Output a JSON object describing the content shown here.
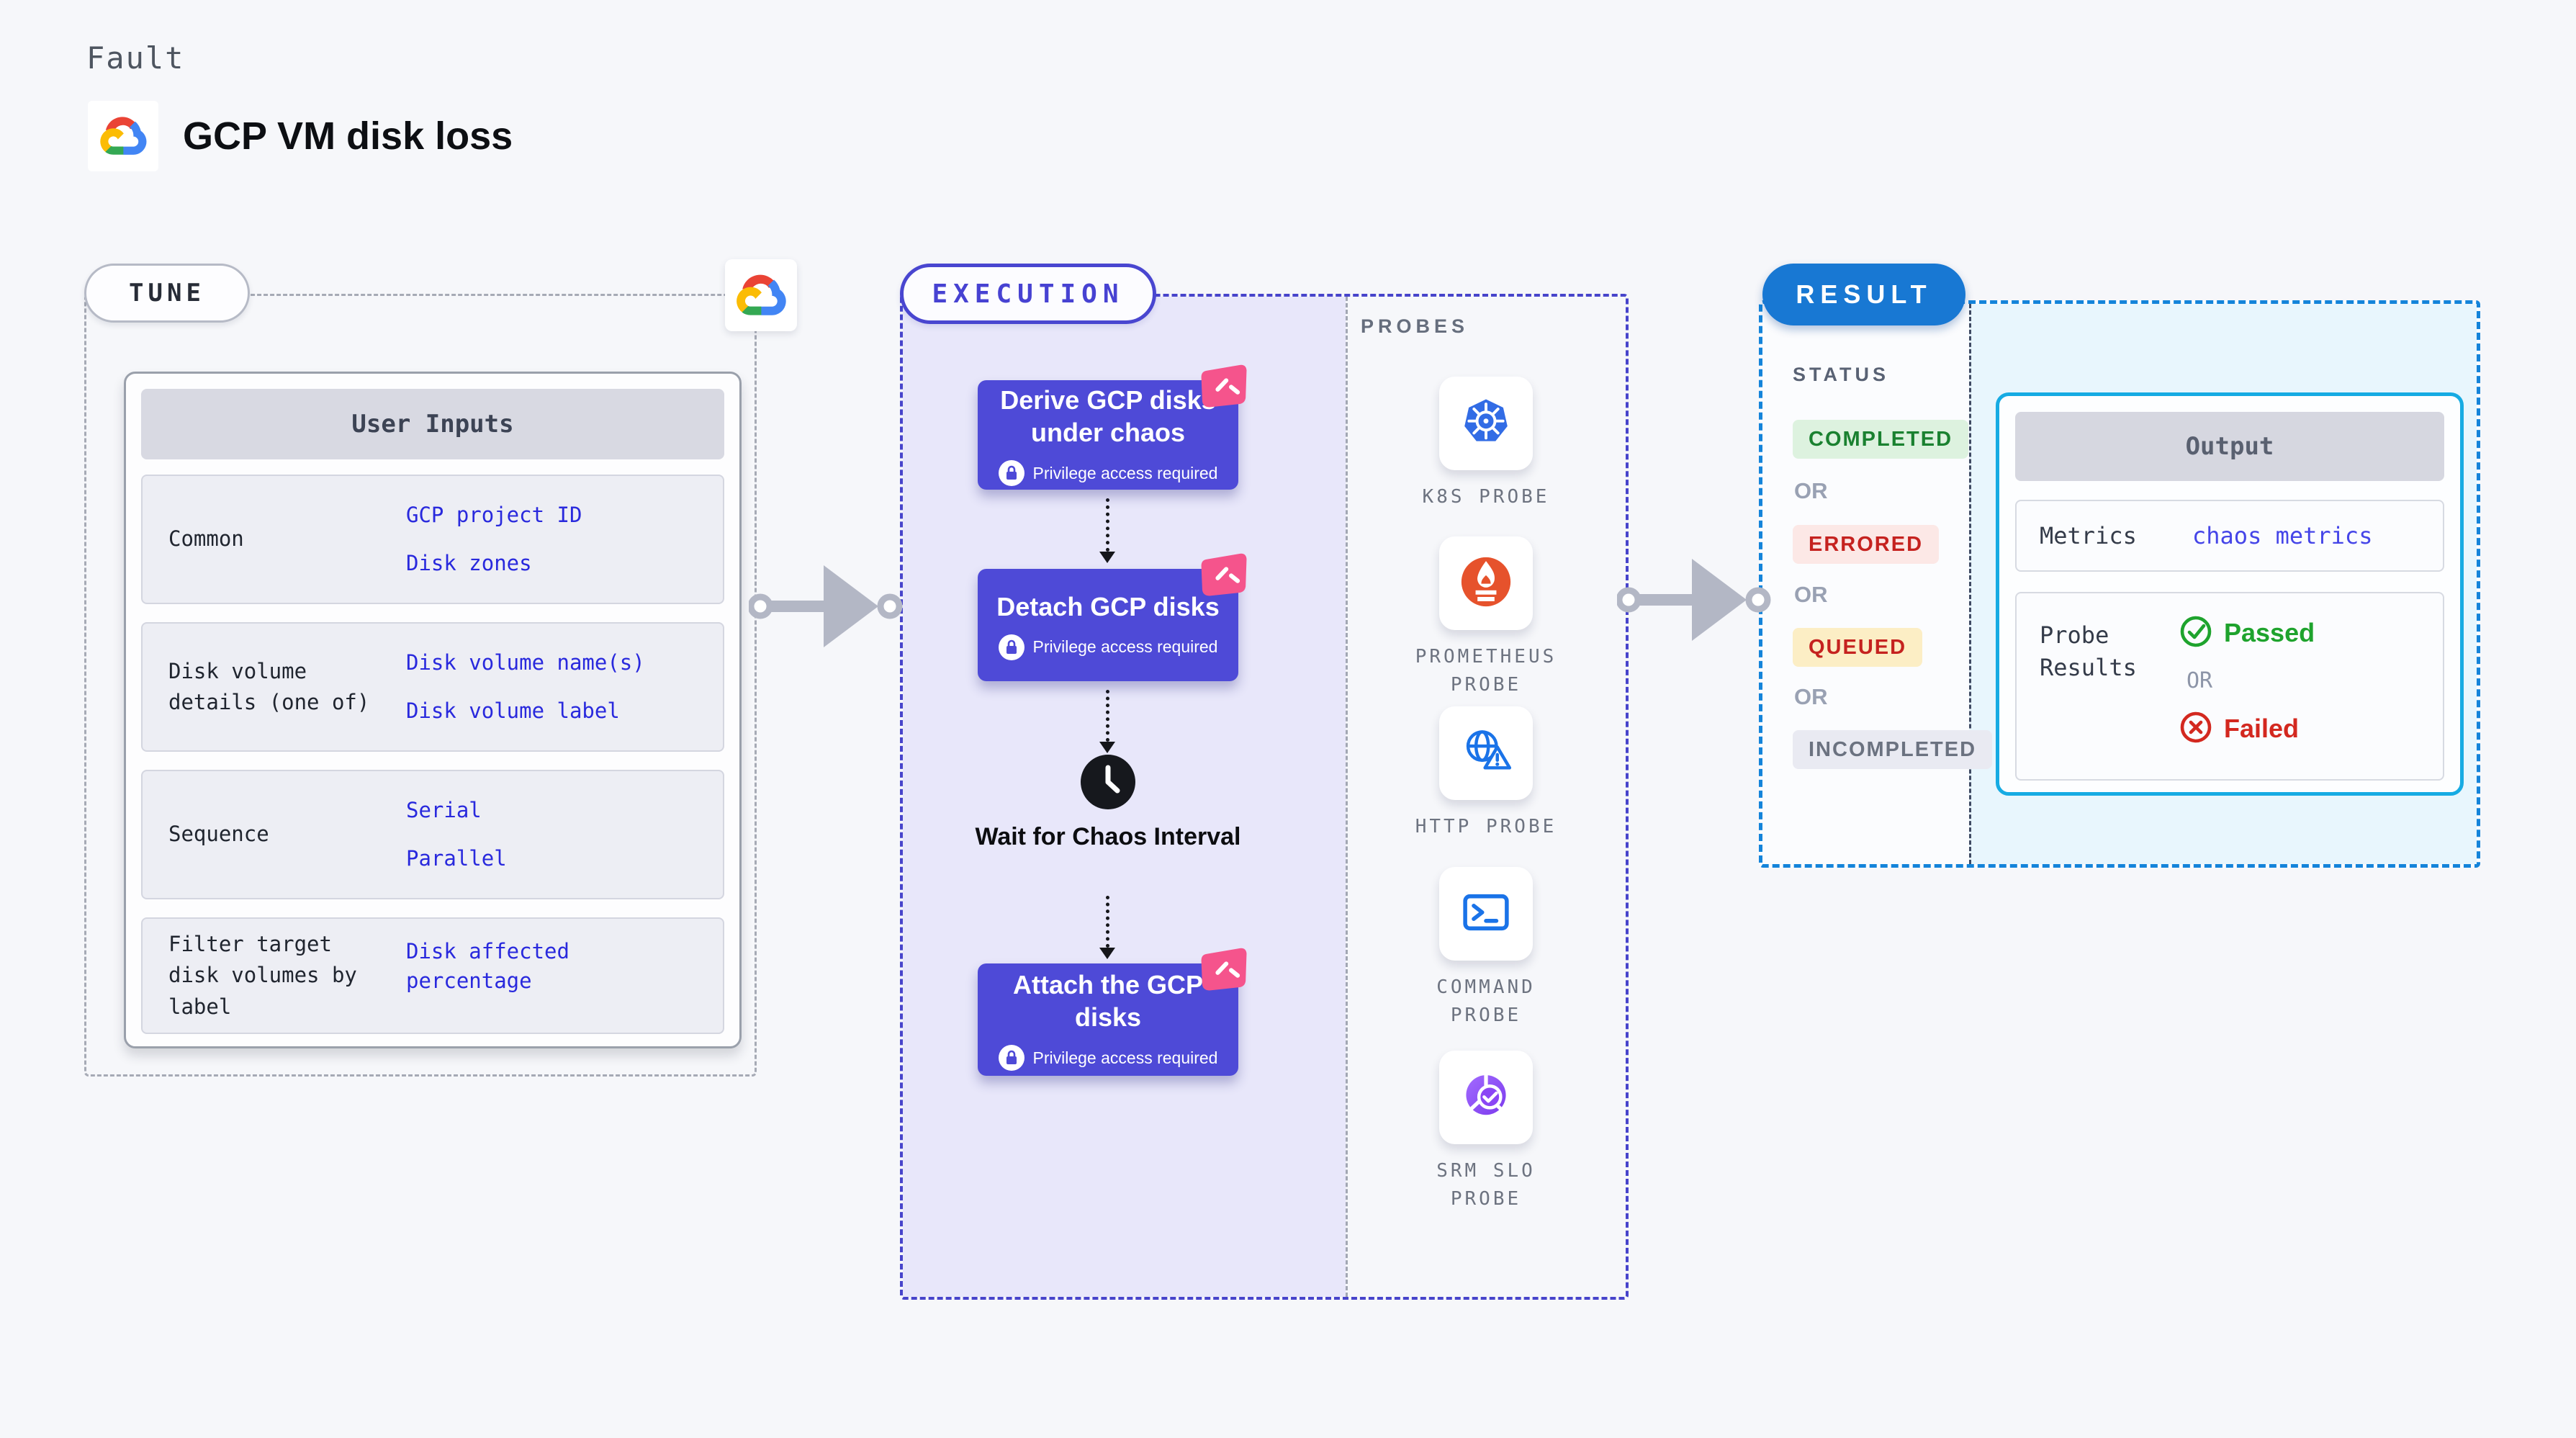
{
  "header": {
    "kind_label": "Fault",
    "title": "GCP VM disk loss",
    "logo_icon": "gcp-cloud-logo"
  },
  "tune": {
    "pill": "TUNE",
    "corner_icon": "gcp-cloud-logo",
    "user_inputs": {
      "header": "User Inputs",
      "rows": [
        {
          "label": "Common",
          "values": [
            "GCP project ID",
            "Disk zones"
          ]
        },
        {
          "label": "Disk volume details (one of)",
          "values": [
            "Disk volume name(s)",
            "Disk volume label"
          ]
        },
        {
          "label": "Sequence",
          "values": [
            "Serial",
            "Parallel"
          ]
        },
        {
          "label": "Filter target disk volumes by label",
          "values": [
            "Disk affected percentage"
          ]
        }
      ]
    }
  },
  "execution": {
    "pill": "EXECUTION",
    "privilege_label": "Privilege access required",
    "privilege_icon": "lock-icon",
    "steps": [
      {
        "title": "Derive GCP disks under chaos",
        "badge_icon": "chaos-experiment-icon"
      },
      {
        "title": "Detach GCP disks",
        "badge_icon": "chaos-experiment-icon"
      },
      {
        "title": "Attach the GCP disks",
        "badge_icon": "chaos-experiment-icon"
      }
    ],
    "wait_step": {
      "label": "Wait for Chaos Interval",
      "icon": "clock-icon"
    }
  },
  "probes": {
    "label": "PROBES",
    "items": [
      {
        "name": "K8S PROBE",
        "icon": "kubernetes-icon",
        "lines": [
          "K8S PROBE"
        ]
      },
      {
        "name": "PROMETHEUS PROBE",
        "icon": "prometheus-icon",
        "lines": [
          "PROMETHEUS",
          "PROBE"
        ]
      },
      {
        "name": "HTTP PROBE",
        "icon": "http-globe-icon",
        "lines": [
          "HTTP PROBE"
        ]
      },
      {
        "name": "COMMAND PROBE",
        "icon": "terminal-icon",
        "lines": [
          "COMMAND",
          "PROBE"
        ]
      },
      {
        "name": "SRM SLO PROBE",
        "icon": "srm-slo-icon",
        "lines": [
          "SRM SLO",
          "PROBE"
        ]
      }
    ]
  },
  "result": {
    "pill": "RESULT",
    "status_label": "STATUS",
    "or_label": "OR",
    "statuses": [
      {
        "label": "COMPLETED",
        "bg": "#ddf2df",
        "fg": "#1a8130"
      },
      {
        "label": "ERRORED",
        "bg": "#fce8e6",
        "fg": "#c5221f"
      },
      {
        "label": "QUEUED",
        "bg": "#fceec5",
        "fg": "#c5221f"
      },
      {
        "label": "INCOMPLETED",
        "bg": "#e9eaf2",
        "fg": "#6b7280"
      }
    ],
    "output": {
      "header": "Output",
      "metrics_label": "Metrics",
      "metrics_value": "chaos metrics",
      "probe_results_label": "Probe Results",
      "passed_label": "Passed",
      "passed_icon": "check-circle-icon",
      "or_label": "OR",
      "failed_label": "Failed",
      "failed_icon": "x-circle-icon"
    }
  },
  "colors": {
    "page_bg": "#f6f7fa",
    "accent_purple": "#4e4ad7",
    "execution_fill": "#e8e7fa",
    "chaos_pink": "#f5548c",
    "result_blue": "#1878d3",
    "result_dash_blue": "#1484da",
    "output_border_cyan": "#16abe3",
    "result_cyan_fill": "#e8f6fd",
    "value_blue": "#2929dd",
    "kubernetes_blue": "#326ce5",
    "prometheus_orange": "#e6522c",
    "http_blue": "#1a73e8",
    "srm_purple": "#8b3dff",
    "arrow_gray": "#b3b7c5"
  }
}
